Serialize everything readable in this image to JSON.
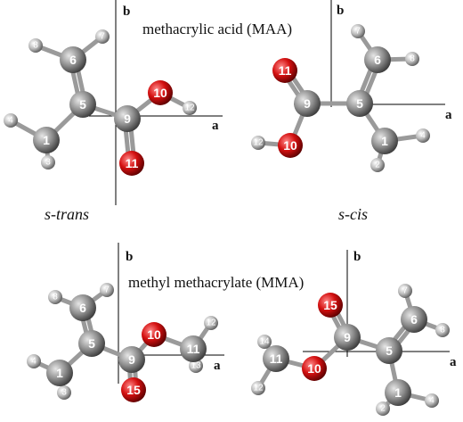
{
  "labels": {
    "maa_title": "methacrylic acid (MAA)",
    "mma_title": "methyl methacrylate (MMA)",
    "s_trans": "s-trans",
    "s_cis": "s-cis",
    "axis_a": "a",
    "axis_b": "b"
  },
  "colors": {
    "carbon": "#8c8c8c",
    "oxygen": "#d41010",
    "hydrogen": "#b8b8b8"
  },
  "molecules": [
    {
      "name": "maa-s-trans",
      "atoms": [
        {
          "n": "1",
          "el": "C"
        },
        {
          "n": "3",
          "el": "H"
        },
        {
          "n": "4",
          "el": "H"
        },
        {
          "n": "5",
          "el": "C"
        },
        {
          "n": "6",
          "el": "C"
        },
        {
          "n": "7",
          "el": "H"
        },
        {
          "n": "8",
          "el": "H"
        },
        {
          "n": "9",
          "el": "C"
        },
        {
          "n": "10",
          "el": "O"
        },
        {
          "n": "11",
          "el": "O"
        },
        {
          "n": "12",
          "el": "H"
        }
      ]
    },
    {
      "name": "maa-s-cis",
      "atoms": [
        {
          "n": "1",
          "el": "C"
        },
        {
          "n": "2",
          "el": "H"
        },
        {
          "n": "4",
          "el": "H"
        },
        {
          "n": "5",
          "el": "C"
        },
        {
          "n": "6",
          "el": "C"
        },
        {
          "n": "7",
          "el": "H"
        },
        {
          "n": "8",
          "el": "H"
        },
        {
          "n": "9",
          "el": "C"
        },
        {
          "n": "10",
          "el": "O"
        },
        {
          "n": "11",
          "el": "O"
        },
        {
          "n": "12",
          "el": "H"
        }
      ]
    },
    {
      "name": "mma-s-trans",
      "atoms": [
        {
          "n": "1",
          "el": "C"
        },
        {
          "n": "3",
          "el": "H"
        },
        {
          "n": "4",
          "el": "H"
        },
        {
          "n": "5",
          "el": "C"
        },
        {
          "n": "6",
          "el": "C"
        },
        {
          "n": "7",
          "el": "H"
        },
        {
          "n": "8",
          "el": "H"
        },
        {
          "n": "9",
          "el": "C"
        },
        {
          "n": "10",
          "el": "O"
        },
        {
          "n": "11",
          "el": "C"
        },
        {
          "n": "12",
          "el": "H"
        },
        {
          "n": "13",
          "el": "H"
        },
        {
          "n": "15",
          "el": "O"
        }
      ]
    },
    {
      "name": "mma-s-cis",
      "atoms": [
        {
          "n": "1",
          "el": "C"
        },
        {
          "n": "2",
          "el": "H"
        },
        {
          "n": "4",
          "el": "H"
        },
        {
          "n": "5",
          "el": "C"
        },
        {
          "n": "6",
          "el": "C"
        },
        {
          "n": "7",
          "el": "H"
        },
        {
          "n": "8",
          "el": "H"
        },
        {
          "n": "9",
          "el": "C"
        },
        {
          "n": "10",
          "el": "O"
        },
        {
          "n": "11",
          "el": "C"
        },
        {
          "n": "12",
          "el": "H"
        },
        {
          "n": "14",
          "el": "H"
        },
        {
          "n": "15",
          "el": "O"
        }
      ]
    }
  ]
}
